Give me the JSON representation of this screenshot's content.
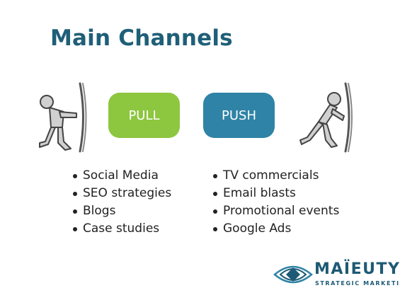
{
  "slide": {
    "title": "Main Channels"
  },
  "pull": {
    "label": "PULL",
    "color": "#8dc63f",
    "items": [
      "Social Media",
      "SEO strategies",
      "Blogs",
      "Case studies"
    ]
  },
  "push": {
    "label": "PUSH",
    "color": "#2f83a6",
    "items": [
      "TV commercials",
      "Email blasts",
      "Promotional events",
      "Google Ads"
    ]
  },
  "logo": {
    "name": "MAÏEUTYK",
    "tagline": "STRATEGIC MARKETING",
    "color": "#1e5a75"
  },
  "icons": {
    "left_figure": "person-pulling-door-icon",
    "right_figure": "person-pushing-door-icon",
    "logo_mark": "diamond-eye-logo-icon"
  }
}
